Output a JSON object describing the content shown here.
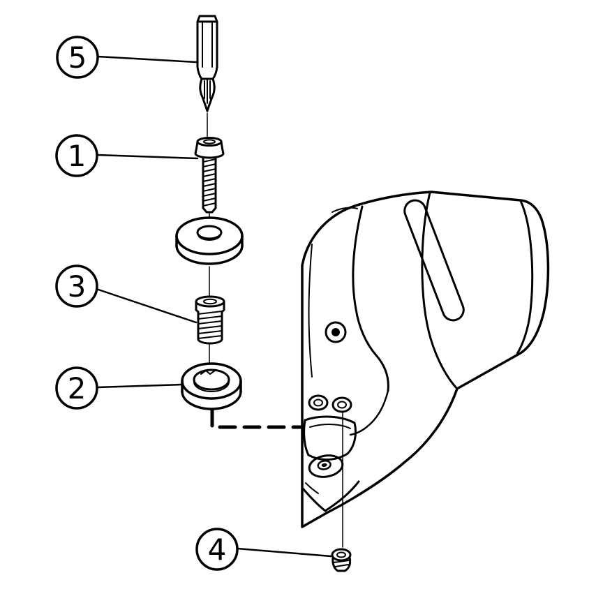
{
  "page": {
    "background": "#ffffff",
    "line_color": "#000000"
  },
  "diagram": {
    "callouts": [
      {
        "label": "5"
      },
      {
        "label": "1"
      },
      {
        "label": "3"
      },
      {
        "label": "2"
      },
      {
        "label": "4"
      }
    ]
  }
}
